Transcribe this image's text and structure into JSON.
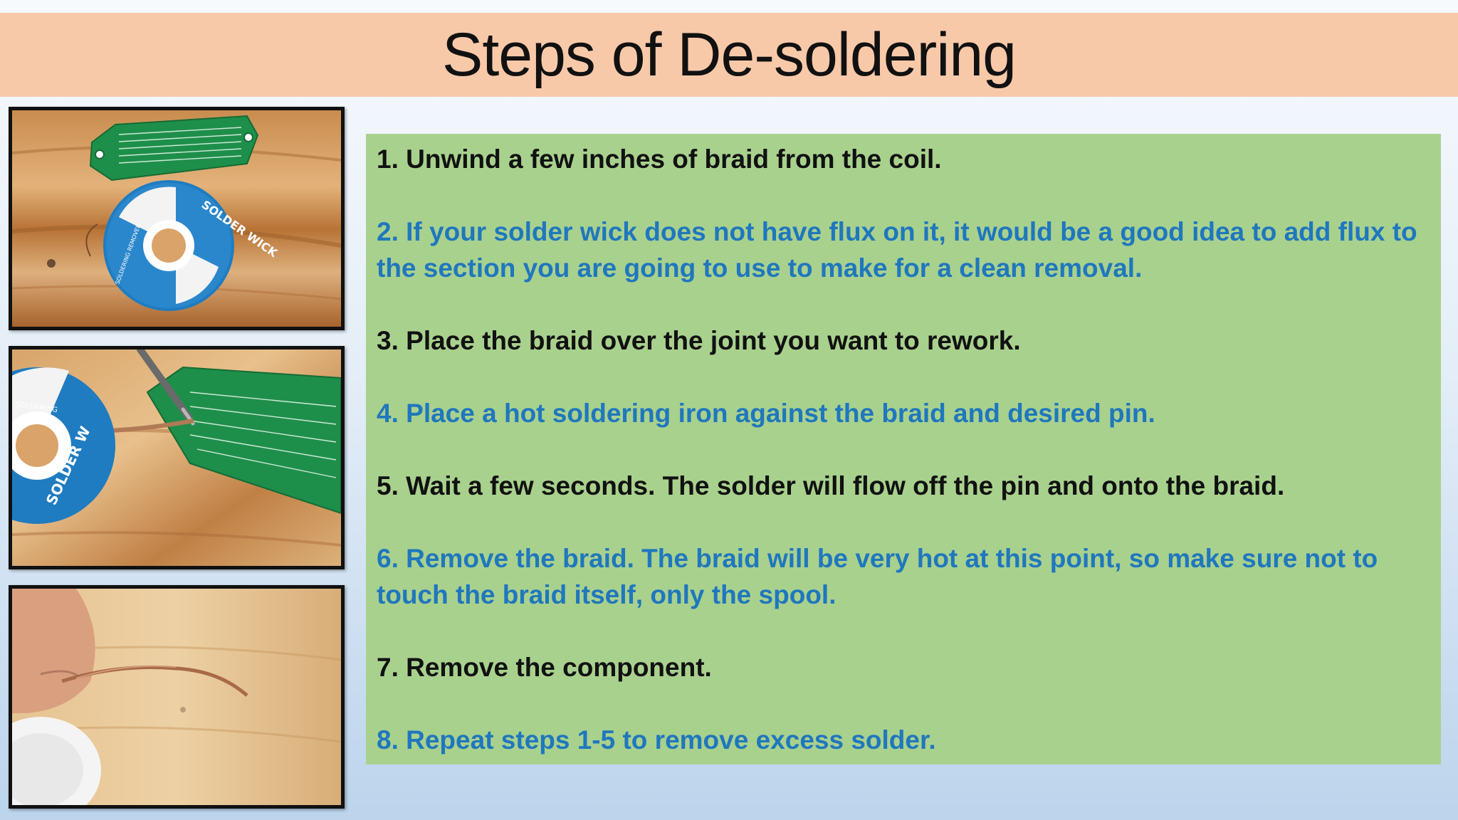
{
  "slide": {
    "title": "Steps of De-soldering"
  },
  "colors": {
    "title_band": "#f8c9a9",
    "steps_panel": "#a9d18e",
    "dark_text": "#111111",
    "blue_text": "#1f77bd"
  },
  "photos": [
    {
      "label": "SOLDER WICK",
      "sub_label": "SOLDERING REMOVER"
    },
    {
      "label": "SOLDER W",
      "sub_label": "SOLDERING"
    },
    {
      "label": "",
      "sub_label": ""
    }
  ],
  "steps": [
    {
      "text": "1. Unwind a few inches of braid from the coil.",
      "tone": "dark"
    },
    {
      "text": "2. If your solder wick does not have flux on it, it would be a good idea to add flux to the section you are going to use to make for a clean removal.",
      "tone": "blue"
    },
    {
      "text": "3. Place the braid over the joint you want to rework.",
      "tone": "dark"
    },
    {
      "text": "4. Place a hot soldering iron against the braid and desired pin.",
      "tone": "blue"
    },
    {
      "text": "5. Wait a few seconds. The solder will flow off the pin and onto the braid.",
      "tone": "dark"
    },
    {
      "text": "6. Remove the braid. The braid will be very hot at this point, so make sure not to touch the braid itself, only the spool.",
      "tone": "blue"
    },
    {
      "text": "7. Remove the component.",
      "tone": "dark"
    },
    {
      "text": "8. Repeat steps 1-5 to remove excess solder.",
      "tone": "blue"
    }
  ]
}
